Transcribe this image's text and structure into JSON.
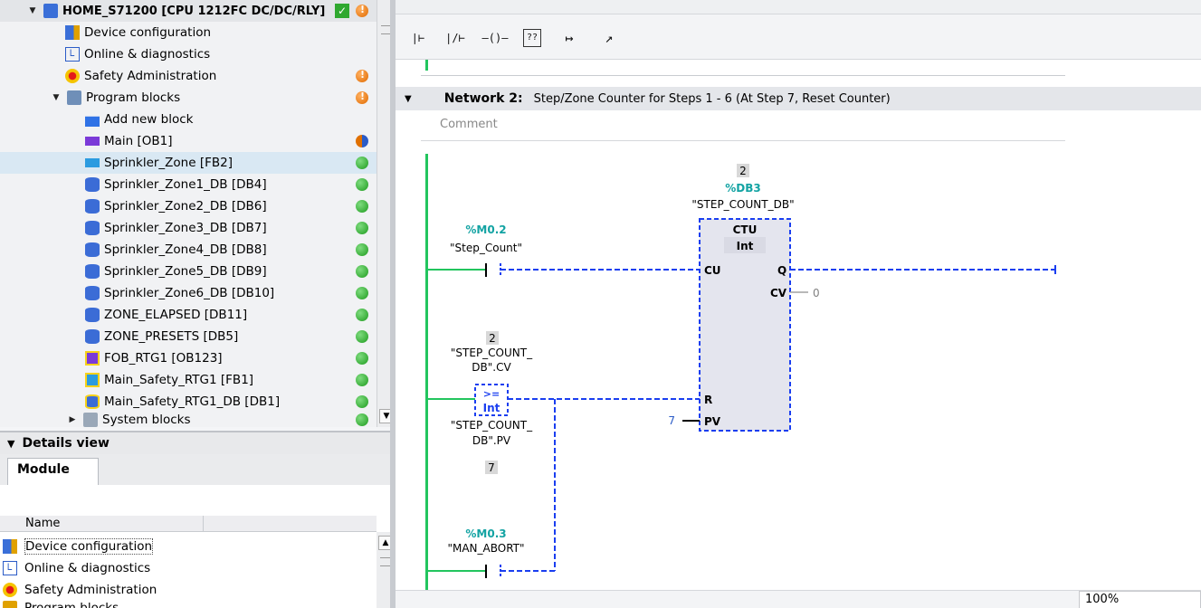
{
  "project_tree": {
    "root": {
      "label": "HOME_S71200 [CPU 1212FC DC/DC/RLY]"
    },
    "items": [
      {
        "label": "Device configuration"
      },
      {
        "label": "Online & diagnostics"
      },
      {
        "label": "Safety Administration"
      },
      {
        "label": "Program blocks"
      },
      {
        "label": "Add new block"
      },
      {
        "label": "Main [OB1]"
      },
      {
        "label": "Sprinkler_Zone [FB2]"
      },
      {
        "label": "Sprinkler_Zone1_DB [DB4]"
      },
      {
        "label": "Sprinkler_Zone2_DB [DB6]"
      },
      {
        "label": "Sprinkler_Zone3_DB [DB7]"
      },
      {
        "label": "Sprinkler_Zone4_DB [DB8]"
      },
      {
        "label": "Sprinkler_Zone5_DB [DB9]"
      },
      {
        "label": "Sprinkler_Zone6_DB [DB10]"
      },
      {
        "label": "ZONE_ELAPSED [DB11]"
      },
      {
        "label": "ZONE_PRESETS [DB5]"
      },
      {
        "label": "FOB_RTG1 [OB123]"
      },
      {
        "label": "Main_Safety_RTG1 [FB1]"
      },
      {
        "label": "Main_Safety_RTG1_DB [DB1]"
      },
      {
        "label": "System blocks"
      }
    ]
  },
  "details": {
    "title": "Details view",
    "tab": "Module",
    "column_name": "Name",
    "rows": [
      {
        "label": "Device configuration"
      },
      {
        "label": "Online & diagnostics"
      },
      {
        "label": "Safety Administration"
      },
      {
        "label": "Program blocks"
      }
    ]
  },
  "toolbar": {
    "no_contact": "∣⊢",
    "nc_contact": "∣/⊢",
    "coil": "—()—",
    "empty_box": "??",
    "open_branch": "↦",
    "close_branch": "↗"
  },
  "network": {
    "number": "Network 2:",
    "title": "Step/Zone Counter for Steps 1 - 6 (At Step 7, Reset Counter)",
    "comment": "Comment"
  },
  "ladder": {
    "counter": {
      "instance_badge": "2",
      "instance_addr": "%DB3",
      "instance_name": "\"STEP_COUNT_DB\"",
      "type": "CTU",
      "datatype": "Int",
      "pin_cu": "CU",
      "pin_r": "R",
      "pin_pv": "PV",
      "pin_q": "Q",
      "pin_cv": "CV",
      "cv_value": "0",
      "pv_value": "7"
    },
    "contact1": {
      "addr": "%M0.2",
      "name": "\"Step_Count\""
    },
    "compare": {
      "badge_top": "2",
      "op1_a": "\"STEP_COUNT_",
      "op1_b": "DB\".CV",
      "operator": ">=",
      "datatype": "Int",
      "op2_a": "\"STEP_COUNT_",
      "op2_b": "DB\".PV",
      "badge_bottom": "7"
    },
    "contact2": {
      "addr": "%M0.3",
      "name": "\"MAN_ABORT\""
    }
  },
  "zoom": "100%",
  "colors": {
    "rail": "#22c55e",
    "wire": "#1a3ef0",
    "operand": "#13a3a3",
    "fbox": "#e4e5ee"
  }
}
